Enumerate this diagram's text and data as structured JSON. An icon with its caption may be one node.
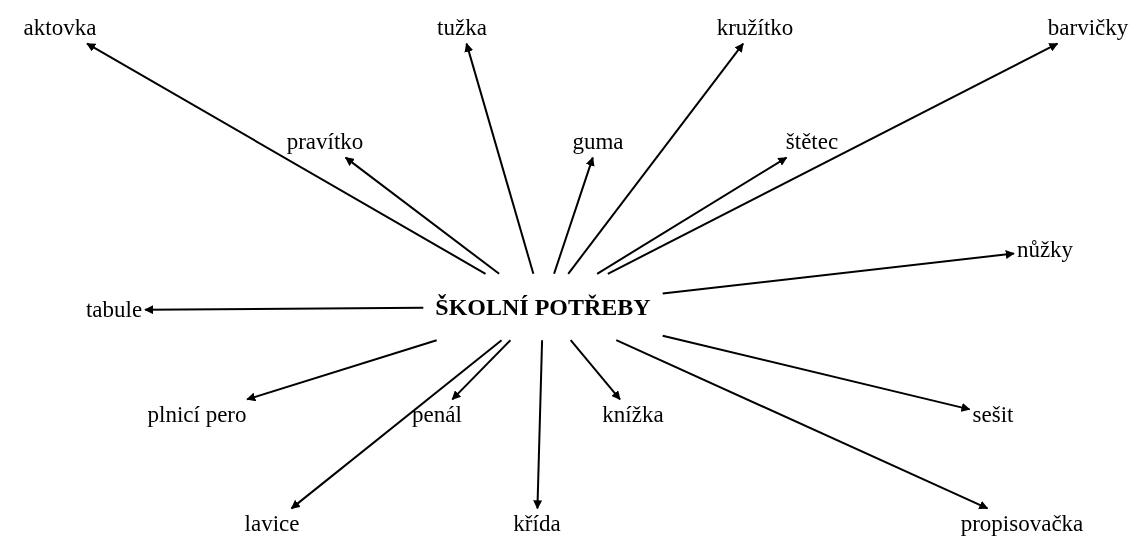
{
  "diagram": {
    "nodes": [
      {
        "text": [
          "ŠKOLNÍ POTŘEBY"
        ]
      },
      {
        "text": [
          "aktovka"
        ]
      },
      {
        "text": [
          "tužka"
        ]
      },
      {
        "text": [
          "kružítko"
        ]
      },
      {
        "text": [
          "barvičky"
        ]
      },
      {
        "text": [
          "pravítko"
        ]
      },
      {
        "text": [
          "guma"
        ]
      },
      {
        "text": [
          "štětec"
        ]
      },
      {
        "text": [
          "tabule"
        ]
      },
      {
        "text": [
          "nůžky"
        ]
      },
      {
        "text": [
          "plnicí pero"
        ]
      },
      {
        "text": [
          "penál"
        ]
      },
      {
        "text": [
          "knížka"
        ]
      },
      {
        "text": [
          "sešit"
        ]
      },
      {
        "text": [
          "lavice"
        ]
      },
      {
        "text": [
          "křída"
        ]
      },
      {
        "text": [
          "propisovačka"
        ]
      }
    ],
    "edges": [
      {
        "from": 0,
        "to": 1,
        "arrow": "to"
      },
      {
        "from": 0,
        "to": 2,
        "arrow": "to"
      },
      {
        "from": 0,
        "to": 3,
        "arrow": "to"
      },
      {
        "from": 0,
        "to": 4,
        "arrow": "to"
      },
      {
        "from": 0,
        "to": 5,
        "arrow": "to"
      },
      {
        "from": 0,
        "to": 6,
        "arrow": "to"
      },
      {
        "from": 0,
        "to": 7,
        "arrow": "to"
      },
      {
        "from": 0,
        "to": 8,
        "arrow": "to"
      },
      {
        "from": 0,
        "to": 9,
        "arrow": "to"
      },
      {
        "from": 0,
        "to": 10,
        "arrow": "to"
      },
      {
        "from": 0,
        "to": 11,
        "arrow": "to"
      },
      {
        "from": 0,
        "to": 12,
        "arrow": "to"
      },
      {
        "from": 0,
        "to": 13,
        "arrow": "to"
      },
      {
        "from": 0,
        "to": 14,
        "arrow": "to"
      },
      {
        "from": 0,
        "to": 15,
        "arrow": "to"
      },
      {
        "from": 0,
        "to": 16,
        "arrow": "to"
      }
    ]
  }
}
